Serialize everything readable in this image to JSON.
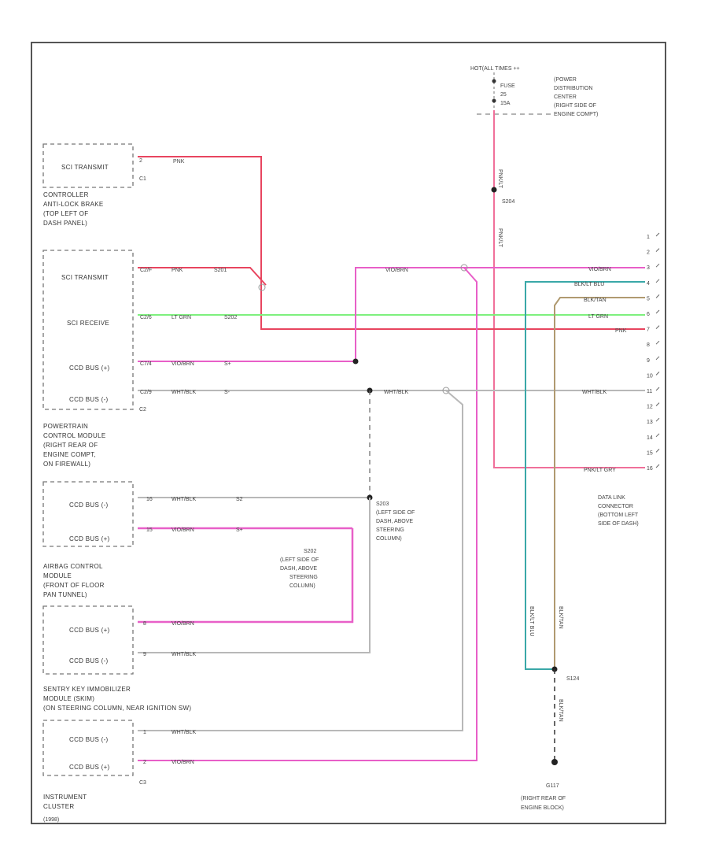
{
  "power": {
    "hot_label": "HOT(ALL TIMES ++",
    "fuse": [
      "FUSE",
      "25",
      "15A"
    ],
    "pdc_label": [
      "(POWER",
      "DISTRIBUTION",
      "CENTER",
      "(RIGHT SIDE OF",
      "ENGINE COMPT)"
    ]
  },
  "wires": {
    "pnk_top": "PNK",
    "pnk_lt_grn_v1": "PNK/LT",
    "pnk_lt_grn_v2": "PNK/LT",
    "splice_s204": "S204",
    "wht_blk_right": "WHT/BLK",
    "vio_brn_mid": "VIO/BRN",
    "vio_brn_right": "VIO/BRN",
    "blk_tan_1": "BLK/LT BLU",
    "blk_tan_2": "BLK/TAN",
    "lt_grn_right": "LT GRN",
    "pnk_right": "PNK",
    "pnk_lt_grn_right": "PNK/LT GRY",
    "pcm_row1": [
      "C2/F",
      "PNK",
      "S201"
    ],
    "pcm_row2": [
      "C2/6",
      "LT GRN",
      "S202"
    ],
    "pcm_row3": [
      "C7/4",
      "VIO/BRN",
      "S+"
    ],
    "pcm_row4": [
      "C2/9",
      "WHT/BLK",
      "S-"
    ],
    "acm_row1": [
      "16",
      "WHT/BLK",
      "S2"
    ],
    "acm_row2": [
      "15",
      "VIO/BRN",
      "S+"
    ],
    "skim_row1": [
      "8",
      "VIO/BRN"
    ],
    "skim_row2": [
      "9",
      "WHT/BLK"
    ],
    "ic_row1": [
      "1",
      "WHT/BLK"
    ],
    "ic_row2": [
      "2",
      "VIO/BRN"
    ],
    "blk_lt_blu_v": "BLK/LT BLU",
    "blk_tan_v": "BLK/TAN",
    "blk_tan_bottom": "BLK/TAN",
    "splice_s124": "S124"
  },
  "components": {
    "abs": {
      "pin": "SCI TRANSMIT",
      "pin_num": "2",
      "connector": "C1",
      "name": [
        "CONTROLLER",
        "ANTI-LOCK BRAKE",
        "(TOP LEFT OF",
        "DASH PANEL)"
      ]
    },
    "pcm": {
      "pins": [
        "SCI TRANSMIT",
        "SCI RECEIVE",
        "CCD BUS (+)",
        "CCD BUS (-)"
      ],
      "connector": "C2",
      "name": [
        "POWERTRAIN",
        "CONTROL MODULE",
        "(RIGHT REAR OF",
        "ENGINE COMPT,",
        "ON FIREWALL)"
      ]
    },
    "acm": {
      "pins": [
        "CCD BUS (-)",
        "CCD BUS (+)"
      ],
      "name": [
        "AIRBAG CONTROL",
        "MODULE",
        "(FRONT OF FLOOR",
        "PAN TUNNEL)"
      ]
    },
    "skim": {
      "pins": [
        "CCD BUS (+)",
        "CCD BUS (-)"
      ],
      "name": [
        "SENTRY KEY IMMOBILIZER",
        "MODULE (SKIM)",
        "(ON STEERING COLUMN, NEAR IGNITION SW)"
      ]
    },
    "ic": {
      "pins": [
        "CCD BUS (-)",
        "CCD BUS (+)"
      ],
      "connector": "C3",
      "name": [
        "INSTRUMENT",
        "CLUSTER"
      ],
      "footer": "(1998)"
    }
  },
  "splices": {
    "s203": [
      "S203",
      "(LEFT SIDE OF",
      "DASH, ABOVE",
      "STEERING",
      "COLUMN)"
    ],
    "s202": [
      "S202",
      "(LEFT SIDE OF",
      "DASH, ABOVE",
      "STEERING",
      "COLUMN)"
    ]
  },
  "dlc": {
    "pins": [
      "1",
      "2",
      "3",
      "4",
      "5",
      "6",
      "7",
      "8",
      "9",
      "10",
      "11",
      "12",
      "13",
      "14",
      "15",
      "16"
    ],
    "name": [
      "DATA LINK",
      "CONNECTOR",
      "(BOTTOM LEFT",
      "SIDE OF DASH)"
    ]
  },
  "ground": {
    "id": "G117",
    "desc": [
      "(RIGHT REAR OF",
      "ENGINE BLOCK)"
    ]
  },
  "colors": {
    "pnk": "#f0709a",
    "red": "#e8455f",
    "vio_brn": "#e85fc8",
    "lt_grn": "#7ef07e",
    "wht_blk": "#b8b8b8",
    "blk_lt_blu": "#3aa8a8",
    "blk_tan": "#b09a70",
    "frame": "#555555"
  }
}
